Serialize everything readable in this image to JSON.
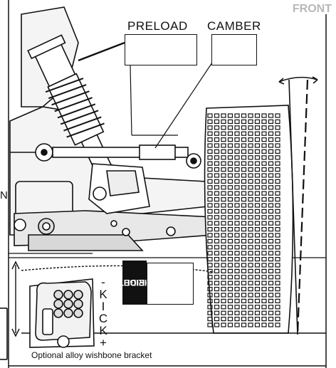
{
  "header": {
    "front_label": "FRONT"
  },
  "callouts": {
    "preload_label": "PRELOAD",
    "camber_label": "CAMBER",
    "ride_height_label_line1": "RIDE",
    "ride_height_label_line2": "HEIGHT"
  },
  "kick": {
    "minus": "-",
    "k": "K",
    "i": "I",
    "c": "C",
    "k2": "K",
    "plus": "+"
  },
  "partial_left_label": "N",
  "caption": "Optional alloy wishbone bracket"
}
